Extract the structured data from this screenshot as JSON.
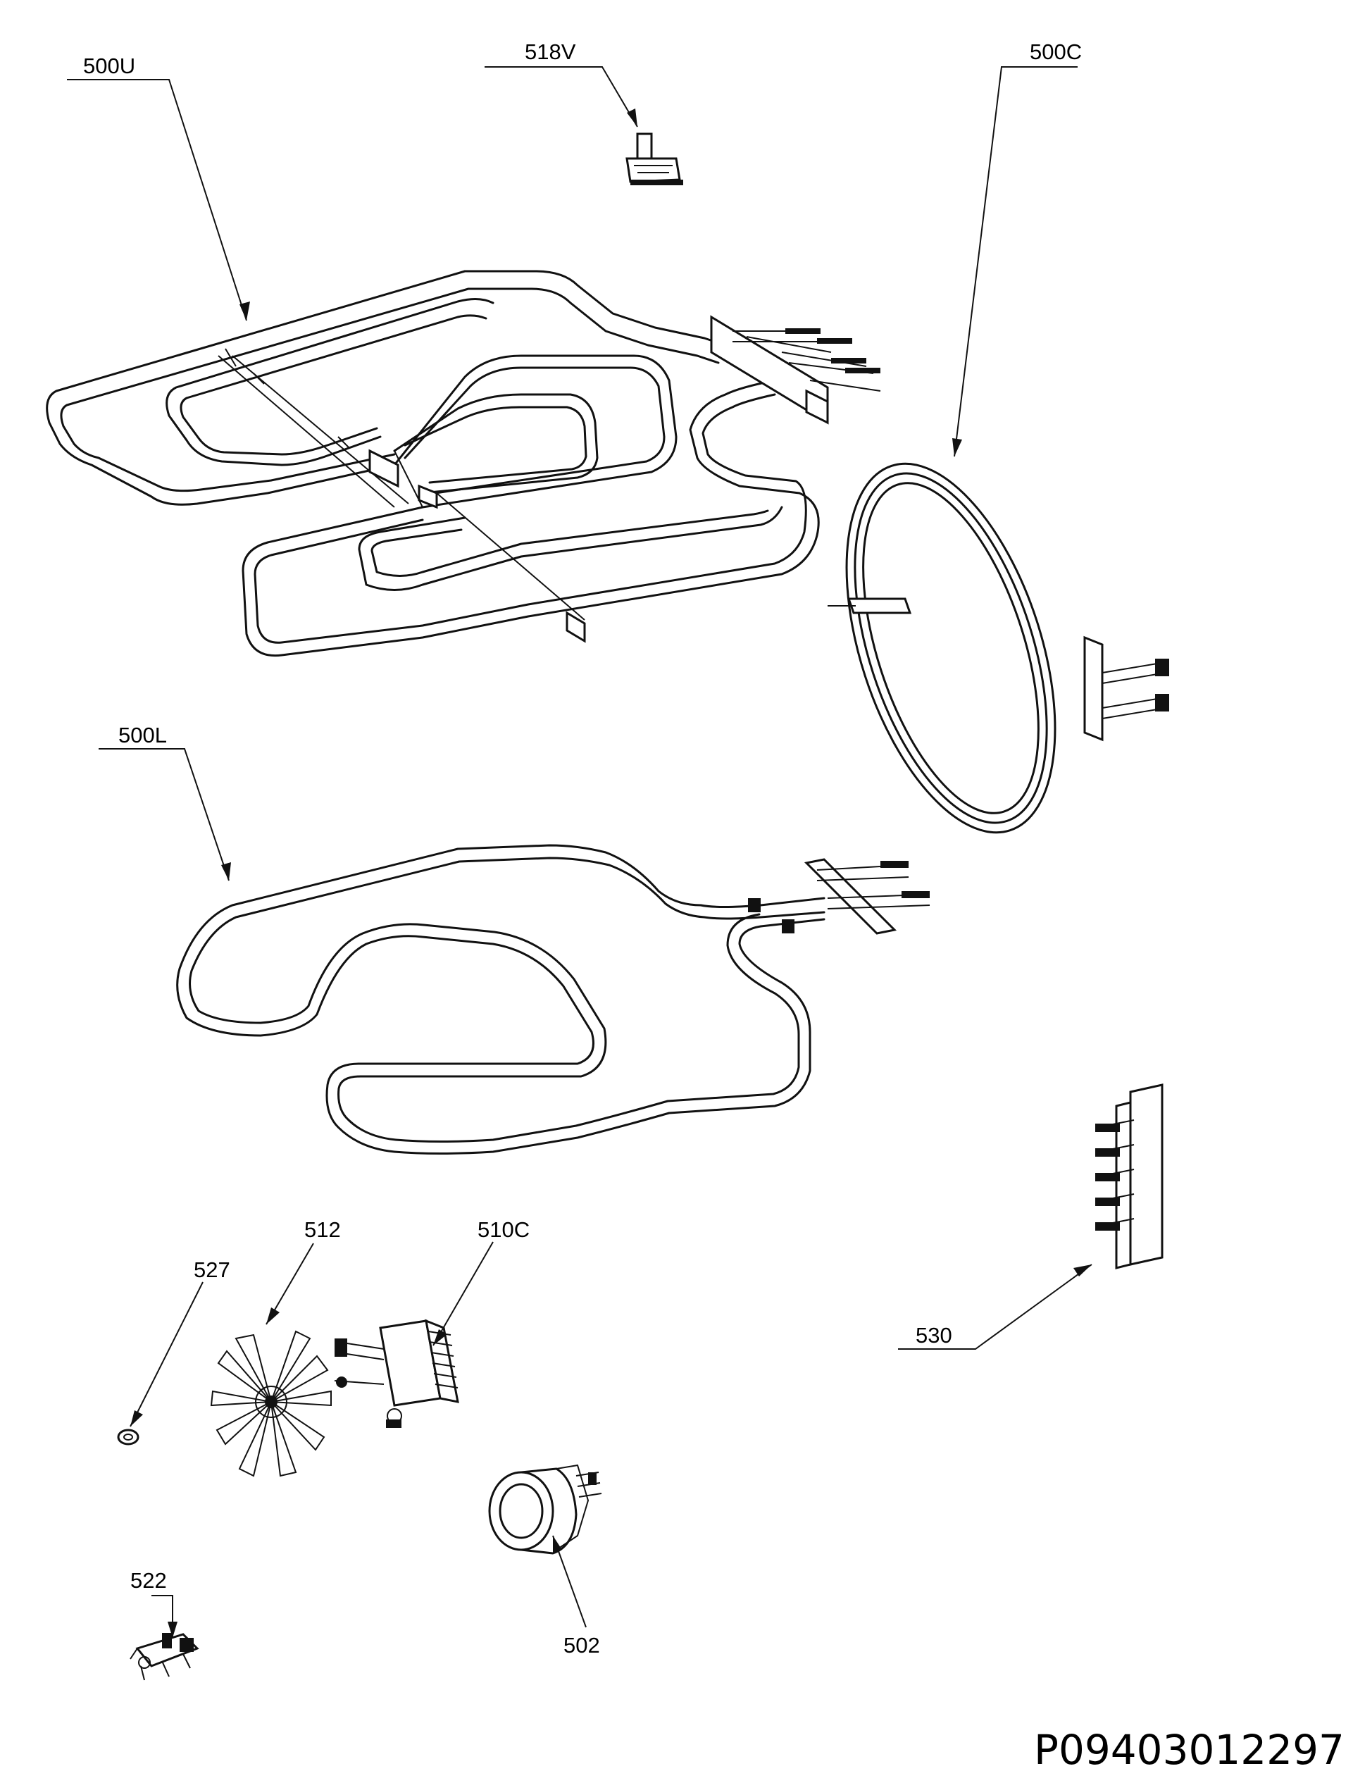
{
  "diagram": {
    "callouts": {
      "c500u": "500U",
      "c518v": "518V",
      "c500c": "500C",
      "c500l": "500L",
      "c512": "512",
      "c510c": "510C",
      "c527": "527",
      "c530": "530",
      "c522": "522",
      "c502": "502"
    },
    "document_id": "P09403012297"
  }
}
